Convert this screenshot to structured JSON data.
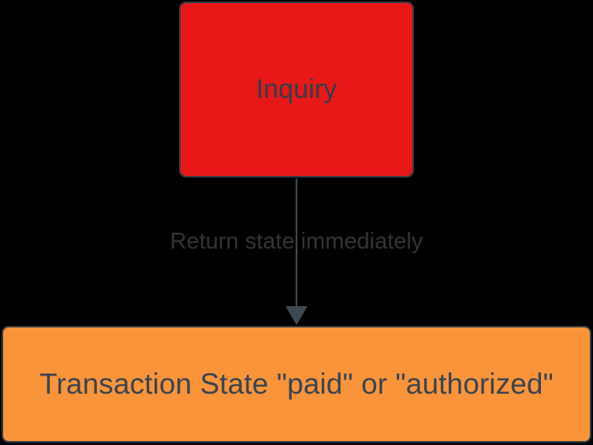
{
  "diagram": {
    "type": "flowchart",
    "orientation": "top-to-bottom",
    "background_color": "#000000",
    "nodes": [
      {
        "id": "inquiry",
        "label": "Inquiry",
        "fill_color": "#E81818",
        "border_color": "#333D47",
        "text_color": "#333D47",
        "shape": "rounded-rectangle"
      },
      {
        "id": "transaction-state",
        "label": "Transaction State \"paid\" or \"authorized\"",
        "fill_color": "#F9943B",
        "border_color": "#333D47",
        "text_color": "#3A4450",
        "shape": "rounded-rectangle"
      }
    ],
    "edges": [
      {
        "id": "inquiry-to-transaction-state",
        "from": "inquiry",
        "to": "transaction-state",
        "label": "Return state immediately",
        "label_color": "#333333",
        "line_color": "#3D4852",
        "arrowhead": "filled-triangle-down"
      }
    ]
  }
}
